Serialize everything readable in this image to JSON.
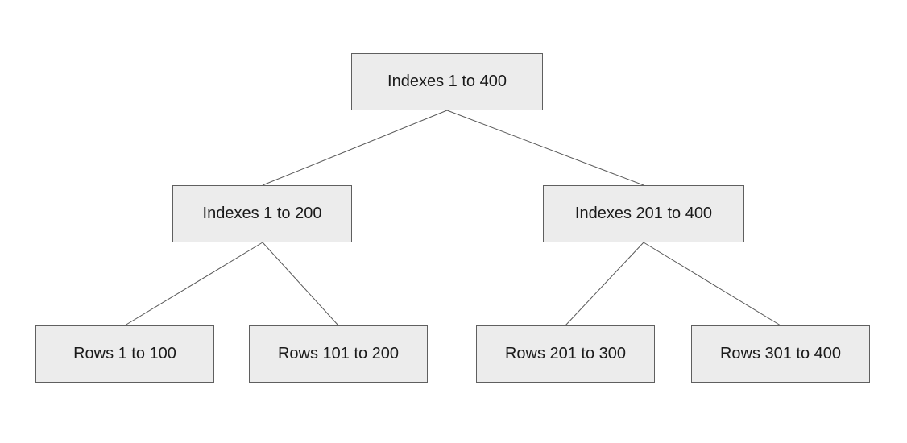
{
  "tree": {
    "root": {
      "label": "Indexes 1 to 400"
    },
    "level1": [
      {
        "label": "Indexes 1 to 200"
      },
      {
        "label": "Indexes 201 to 400"
      }
    ],
    "leaves": [
      {
        "label": "Rows 1 to 100"
      },
      {
        "label": "Rows 101 to 200"
      },
      {
        "label": "Rows 201 to 300"
      },
      {
        "label": "Rows 301 to 400"
      }
    ]
  },
  "colors": {
    "node_fill": "#ececec",
    "node_border": "#5f5f5f",
    "edge": "#595959"
  }
}
